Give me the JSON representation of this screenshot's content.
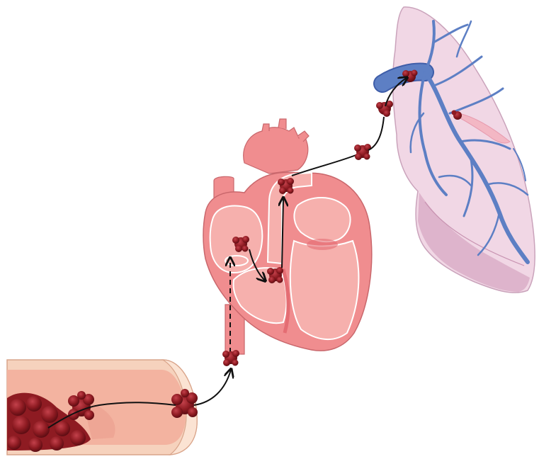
{
  "figure": {
    "subject": "embolus pathway",
    "panels": [
      "vein",
      "heart",
      "lung"
    ]
  },
  "colors": {
    "clot": "#8e1b22",
    "clot_dark": "#5e0d13",
    "clot_light": "#c3414b",
    "vessel_wall": "#f6d2bd",
    "vessel_lumen": "#f3b3a0",
    "heart_outer": "#f08d8f",
    "heart_inner": "#f6b0ad",
    "heart_deep": "#e46d73",
    "lung_fill": "#f1d7e5",
    "lung_shade": "#dbaec8",
    "pulmonary_vessel": "#5d7fc4",
    "pulmonary_vessel_dark": "#3f5ea9",
    "arrow": "#111111"
  },
  "icons": {
    "clot": "blood-clot-icon",
    "arrow": "arrow-head-icon"
  }
}
